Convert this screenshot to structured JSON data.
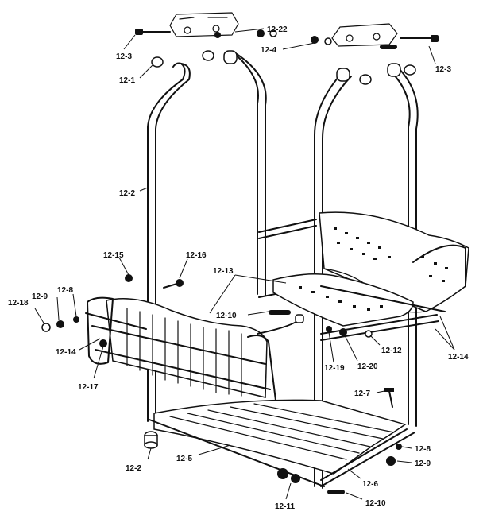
{
  "labels": [
    {
      "id": "12-22",
      "text": "12-22"
    },
    {
      "id": "12-3-left",
      "text": "12-3"
    },
    {
      "id": "12-4",
      "text": "12-4"
    },
    {
      "id": "12-3-right",
      "text": "12-3"
    },
    {
      "id": "12-1",
      "text": "12-1"
    },
    {
      "id": "12-2-upper",
      "text": "12-2"
    },
    {
      "id": "12-15",
      "text": "12-15"
    },
    {
      "id": "12-16",
      "text": "12-16"
    },
    {
      "id": "12-13",
      "text": "12-13"
    },
    {
      "id": "12-8-left",
      "text": "12-8"
    },
    {
      "id": "12-9-left",
      "text": "12-9"
    },
    {
      "id": "12-18",
      "text": "12-18"
    },
    {
      "id": "12-10-mid",
      "text": "12-10"
    },
    {
      "id": "12-14-left",
      "text": "12-14"
    },
    {
      "id": "12-17",
      "text": "12-17"
    },
    {
      "id": "12-19",
      "text": "12-19"
    },
    {
      "id": "12-20",
      "text": "12-20"
    },
    {
      "id": "12-12",
      "text": "12-12"
    },
    {
      "id": "12-14-right",
      "text": "12-14"
    },
    {
      "id": "12-7",
      "text": "12-7"
    },
    {
      "id": "12-8-right",
      "text": "12-8"
    },
    {
      "id": "12-9-right",
      "text": "12-9"
    },
    {
      "id": "12-2-lower",
      "text": "12-2"
    },
    {
      "id": "12-5",
      "text": "12-5"
    },
    {
      "id": "12-6",
      "text": "12-6"
    },
    {
      "id": "12-11",
      "text": "12-11"
    },
    {
      "id": "12-10-bottom",
      "text": "12-10"
    }
  ]
}
